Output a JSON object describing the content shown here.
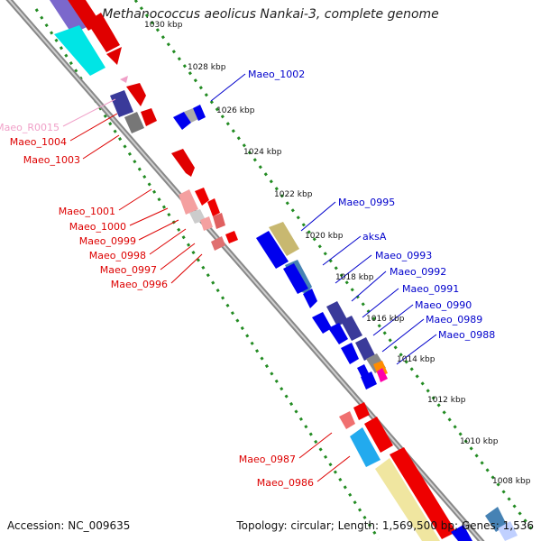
{
  "title": "Methanococcus aeolicus Nankai-3, complete genome",
  "footer": {
    "accession": "Accession: NC_009635",
    "topology": "Topology: circular; Length: 1,569,500 bp; Genes: 1,536"
  },
  "ticks": [
    "1030 kbp",
    "1028 kbp",
    "1026 kbp",
    "1024 kbp",
    "1022 kbp",
    "1020 kbp",
    "1018 kbp",
    "1016 kbp",
    "1014 kbp",
    "1012 kbp",
    "1010 kbp",
    "1008 kbp"
  ],
  "labels_left": [
    "Maeo_R0015",
    "Maeo_1004",
    "Maeo_1003",
    "Maeo_1001",
    "Maeo_1000",
    "Maeo_0999",
    "Maeo_0998",
    "Maeo_0997",
    "Maeo_0996",
    "Maeo_0987",
    "Maeo_0986"
  ],
  "labels_right": [
    "Maeo_1002",
    "Maeo_0995",
    "aksA",
    "Maeo_0993",
    "Maeo_0992",
    "Maeo_0991",
    "Maeo_0990",
    "Maeo_0989",
    "Maeo_0988"
  ],
  "colors": {
    "forward_gene": "#0000ee",
    "reverse_gene": "#ee0000",
    "rna": "#f0a0c8",
    "tick_dots": "#228b22",
    "backbone": "#999999"
  }
}
